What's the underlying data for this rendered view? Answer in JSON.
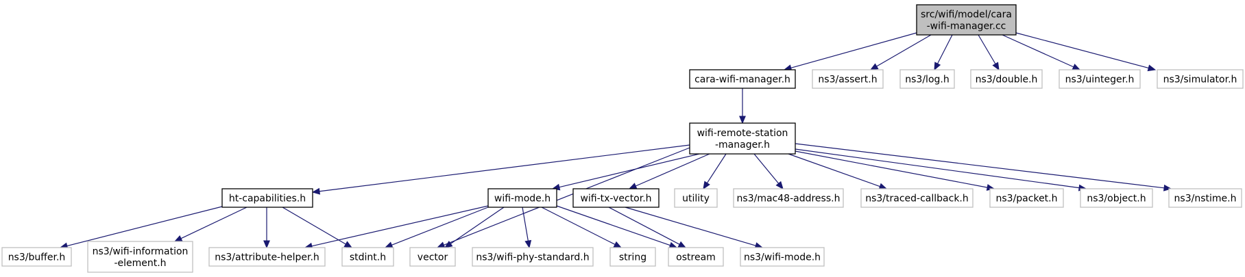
{
  "graph": {
    "title": "",
    "node_styles": {
      "root": {
        "fill": "#bfbfbf",
        "stroke": "#000000"
      },
      "internal": {
        "fill": "#ffffff",
        "stroke": "#000000"
      },
      "external": {
        "fill": "#ffffff",
        "stroke": "#bfbfbf"
      }
    },
    "edge_color": "#191970",
    "nodes": [
      {
        "id": "root",
        "lines": [
          "src/wifi/model/cara",
          "-wifi-manager.cc"
        ],
        "kind": "root"
      },
      {
        "id": "cara_h",
        "lines": [
          "cara-wifi-manager.h"
        ],
        "kind": "internal"
      },
      {
        "id": "assert",
        "lines": [
          "ns3/assert.h"
        ],
        "kind": "external"
      },
      {
        "id": "log",
        "lines": [
          "ns3/log.h"
        ],
        "kind": "external"
      },
      {
        "id": "double",
        "lines": [
          "ns3/double.h"
        ],
        "kind": "external"
      },
      {
        "id": "uinteger",
        "lines": [
          "ns3/uinteger.h"
        ],
        "kind": "external"
      },
      {
        "id": "simulator",
        "lines": [
          "ns3/simulator.h"
        ],
        "kind": "external"
      },
      {
        "id": "wrsm",
        "lines": [
          "wifi-remote-station",
          "-manager.h"
        ],
        "kind": "internal"
      },
      {
        "id": "htcap",
        "lines": [
          "ht-capabilities.h"
        ],
        "kind": "internal"
      },
      {
        "id": "wmode",
        "lines": [
          "wifi-mode.h"
        ],
        "kind": "internal"
      },
      {
        "id": "wtxv",
        "lines": [
          "wifi-tx-vector.h"
        ],
        "kind": "internal"
      },
      {
        "id": "utility",
        "lines": [
          "utility"
        ],
        "kind": "external"
      },
      {
        "id": "mac48",
        "lines": [
          "ns3/mac48-address.h"
        ],
        "kind": "external"
      },
      {
        "id": "traced",
        "lines": [
          "ns3/traced-callback.h"
        ],
        "kind": "external"
      },
      {
        "id": "packet",
        "lines": [
          "ns3/packet.h"
        ],
        "kind": "external"
      },
      {
        "id": "object",
        "lines": [
          "ns3/object.h"
        ],
        "kind": "external"
      },
      {
        "id": "nstime",
        "lines": [
          "ns3/nstime.h"
        ],
        "kind": "external"
      },
      {
        "id": "buffer",
        "lines": [
          "ns3/buffer.h"
        ],
        "kind": "external"
      },
      {
        "id": "wie",
        "lines": [
          "ns3/wifi-information",
          "-element.h"
        ],
        "kind": "external"
      },
      {
        "id": "attr",
        "lines": [
          "ns3/attribute-helper.h"
        ],
        "kind": "external"
      },
      {
        "id": "stdint",
        "lines": [
          "stdint.h"
        ],
        "kind": "external"
      },
      {
        "id": "vector",
        "lines": [
          "vector"
        ],
        "kind": "external"
      },
      {
        "id": "phystd",
        "lines": [
          "ns3/wifi-phy-standard.h"
        ],
        "kind": "external"
      },
      {
        "id": "string",
        "lines": [
          "string"
        ],
        "kind": "external"
      },
      {
        "id": "ostream",
        "lines": [
          "ostream"
        ],
        "kind": "external"
      },
      {
        "id": "ns3wmode",
        "lines": [
          "ns3/wifi-mode.h"
        ],
        "kind": "external"
      }
    ],
    "edges": [
      {
        "from": "root",
        "to": "cara_h"
      },
      {
        "from": "root",
        "to": "assert"
      },
      {
        "from": "root",
        "to": "log"
      },
      {
        "from": "root",
        "to": "double"
      },
      {
        "from": "root",
        "to": "uinteger"
      },
      {
        "from": "root",
        "to": "simulator"
      },
      {
        "from": "cara_h",
        "to": "wrsm"
      },
      {
        "from": "wrsm",
        "to": "htcap"
      },
      {
        "from": "wrsm",
        "to": "vector"
      },
      {
        "from": "wrsm",
        "to": "wmode"
      },
      {
        "from": "wrsm",
        "to": "wtxv"
      },
      {
        "from": "wrsm",
        "to": "utility"
      },
      {
        "from": "wrsm",
        "to": "mac48"
      },
      {
        "from": "wrsm",
        "to": "traced"
      },
      {
        "from": "wrsm",
        "to": "packet"
      },
      {
        "from": "wrsm",
        "to": "object"
      },
      {
        "from": "wrsm",
        "to": "nstime"
      },
      {
        "from": "htcap",
        "to": "buffer"
      },
      {
        "from": "htcap",
        "to": "wie"
      },
      {
        "from": "htcap",
        "to": "attr"
      },
      {
        "from": "htcap",
        "to": "stdint"
      },
      {
        "from": "wmode",
        "to": "attr"
      },
      {
        "from": "wmode",
        "to": "stdint"
      },
      {
        "from": "wmode",
        "to": "vector"
      },
      {
        "from": "wmode",
        "to": "phystd"
      },
      {
        "from": "wmode",
        "to": "string"
      },
      {
        "from": "wmode",
        "to": "ostream"
      },
      {
        "from": "wtxv",
        "to": "ostream"
      },
      {
        "from": "wtxv",
        "to": "ns3wmode"
      }
    ]
  }
}
